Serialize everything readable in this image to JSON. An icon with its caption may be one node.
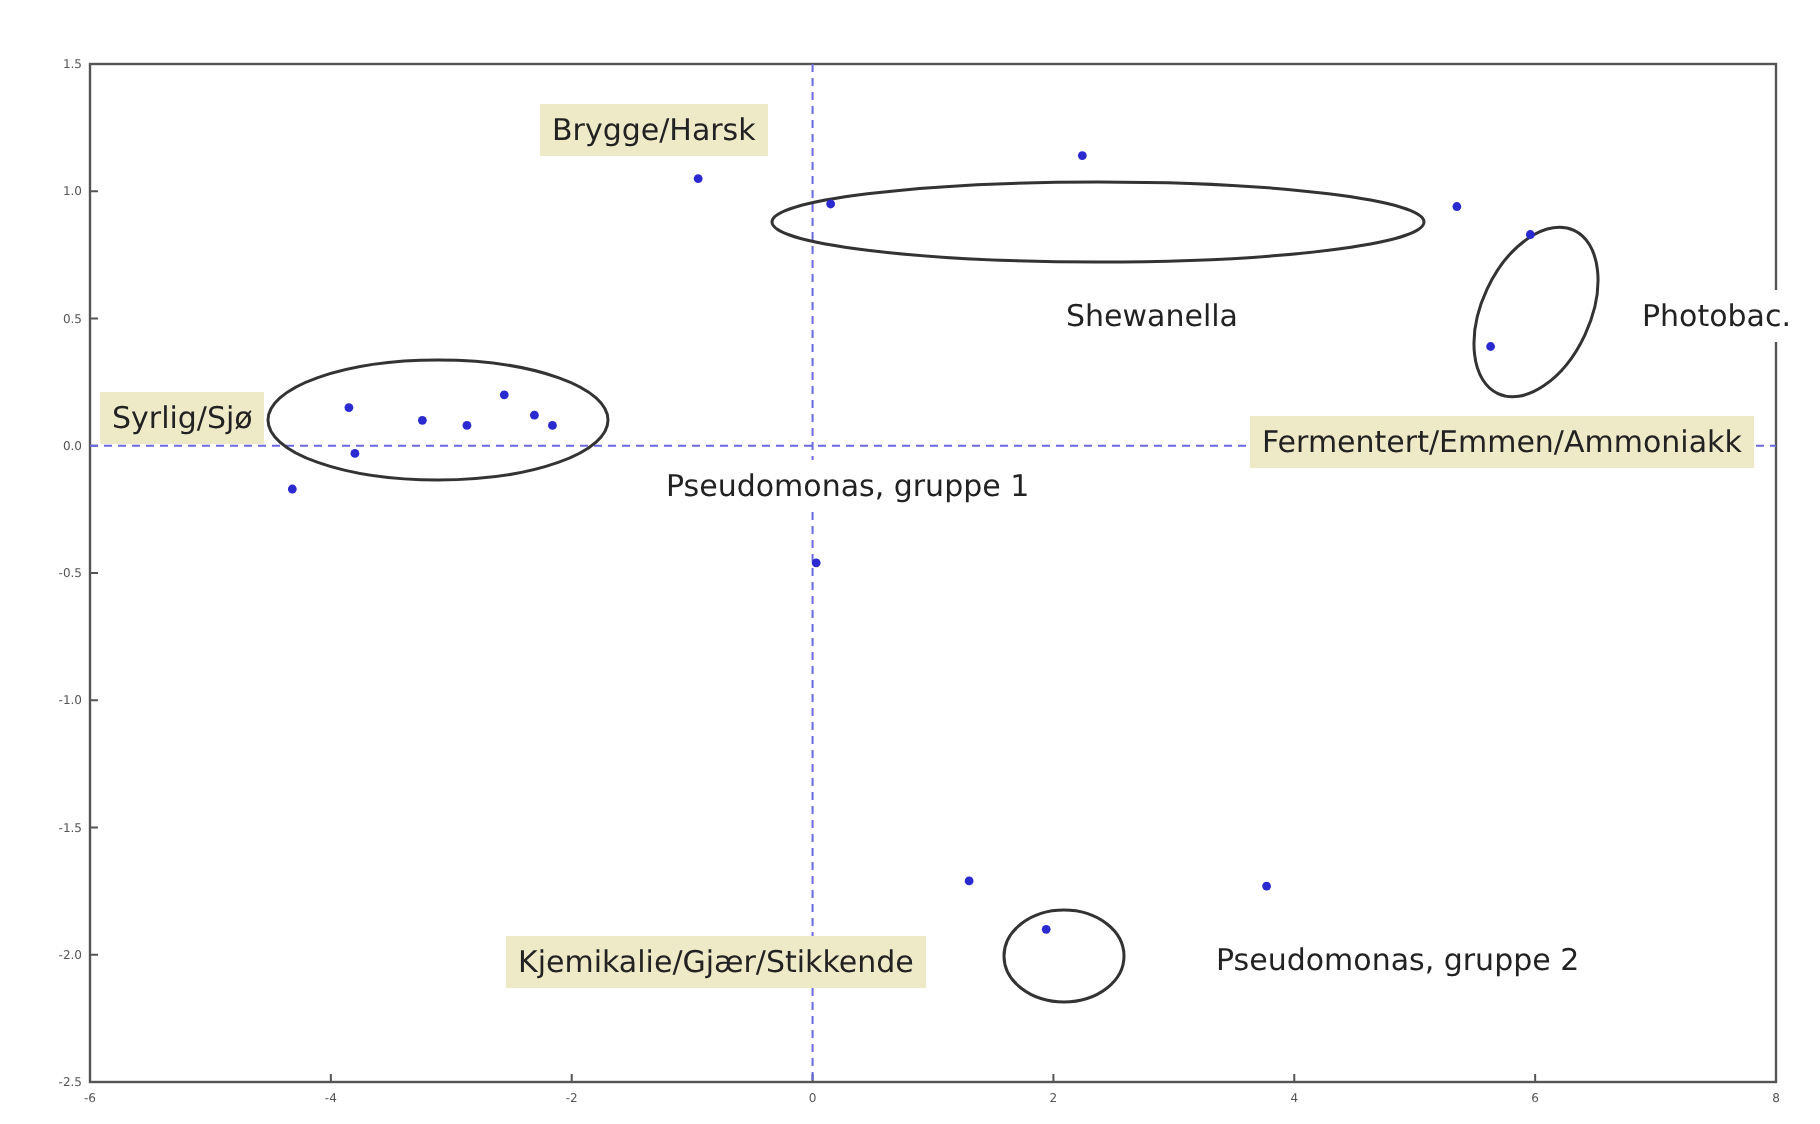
{
  "diagram": {
    "labels": [
      "Brygge/Harsk",
      "Shewanella",
      "Photobac.",
      "Syrlig/Sjø",
      "Fermentert/Emmen/Ammoniakk",
      "Pseudomonas, gruppe 1",
      "Kjemikalie/Gjær/Stikkende",
      "Pseudomonas, gruppe 2"
    ],
    "chart_data": {
      "type": "scatter",
      "x": [
        -0.95,
        2.24,
        0.15,
        5.35,
        5.96,
        5.63,
        -2.56,
        -3.85,
        -3.24,
        -2.31,
        -2.87,
        -2.16,
        -3.8,
        -4.32,
        0.03,
        1.3,
        3.77,
        1.94
      ],
      "series": [
        {
          "color": "#2a2ad0",
          "values": [
            1.05,
            1.14,
            0.95,
            0.94,
            0.83,
            0.39,
            0.2,
            0.15,
            0.1,
            0.12,
            0.08,
            0.08,
            -0.03,
            -0.17,
            -0.46,
            -1.71,
            -1.73,
            -1.9
          ]
        }
      ],
      "xlim": [
        -6,
        8
      ],
      "ylim": [
        -2.5,
        1.5
      ],
      "xticks": [
        -6,
        -4,
        -2,
        0,
        2,
        4,
        6,
        8
      ],
      "yticks": [
        -2.5,
        {
          "value": -2,
          "label": "-2.0"
        },
        -1.5,
        {
          "value": -1,
          "label": "-1.0"
        },
        -0.5,
        {
          "value": 0,
          "label": "0.0"
        },
        0.5,
        {
          "value": 1,
          "label": "1.0"
        },
        1.5
      ]
    }
  }
}
